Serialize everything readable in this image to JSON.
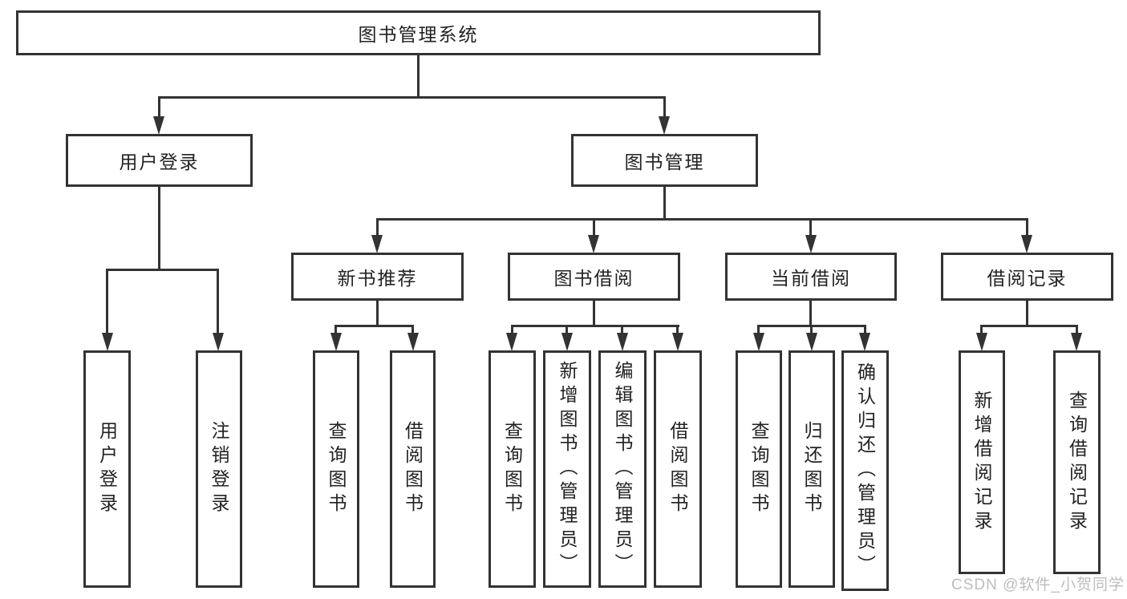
{
  "diagram": {
    "root": "图书管理系统",
    "level2": {
      "user_login": "用户登录",
      "book_mgmt": "图书管理"
    },
    "level3": {
      "new_book_rec": "新书推荐",
      "book_borrow": "图书借阅",
      "current_borrow": "当前借阅",
      "borrow_records": "借阅记录"
    },
    "leaves": {
      "user_login": [
        "用户登录",
        "注销登录"
      ],
      "new_book_rec": [
        "查询图书",
        "借阅图书"
      ],
      "book_borrow": [
        "查询图书",
        "新增图书（管理员）",
        "编辑图书（管理员）",
        "借阅图书"
      ],
      "current_borrow": [
        "查询图书",
        "归还图书",
        "确认归还（管理员）"
      ],
      "borrow_records": [
        "新增借阅记录",
        "查询借阅记录"
      ]
    }
  },
  "watermark": "CSDN @软件_小贺同学",
  "colors": {
    "line": "#333333",
    "box_border": "#333333",
    "text": "#222222",
    "watermark": "#bdbdbd",
    "background": "#ffffff"
  }
}
